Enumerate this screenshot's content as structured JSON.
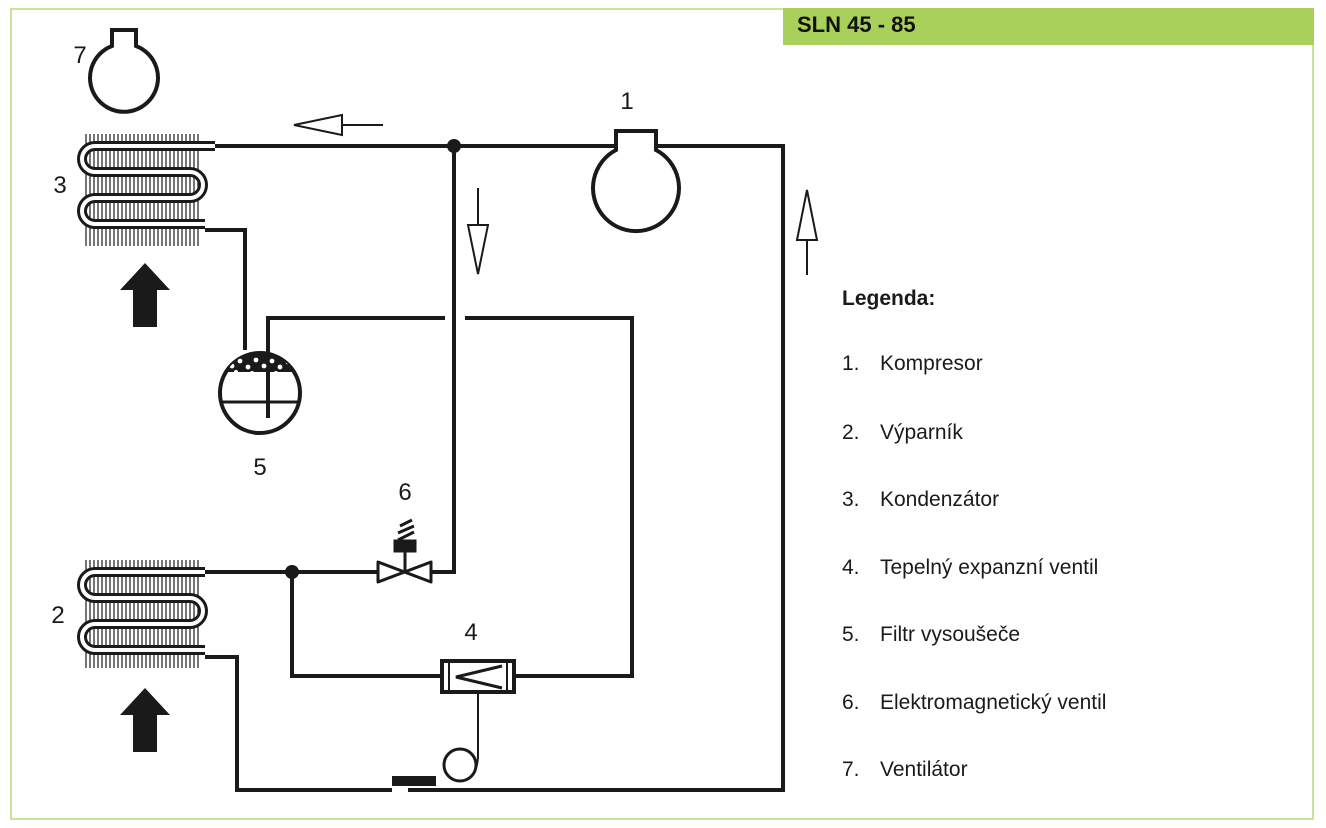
{
  "title": "SLN 45 - 85",
  "colors": {
    "accent": "#a9d05a",
    "border": "#c9e39b",
    "line": "#1a1a1a"
  },
  "components": [
    {
      "id": "1",
      "label": "1",
      "icon": "compressor-icon"
    },
    {
      "id": "2",
      "label": "2",
      "icon": "evaporator-coil-icon"
    },
    {
      "id": "3",
      "label": "3",
      "icon": "condenser-coil-icon"
    },
    {
      "id": "4",
      "label": "4",
      "icon": "expansion-valve-icon"
    },
    {
      "id": "5",
      "label": "5",
      "icon": "filter-dryer-icon"
    },
    {
      "id": "6",
      "label": "6",
      "icon": "solenoid-valve-icon"
    },
    {
      "id": "7",
      "label": "7",
      "icon": "fan-icon"
    }
  ],
  "legend": {
    "title": "Legenda:",
    "items": [
      {
        "num": "1.",
        "text": "Kompresor"
      },
      {
        "num": "2.",
        "text": "Výparník"
      },
      {
        "num": "3.",
        "text": "Kondenzátor"
      },
      {
        "num": "4.",
        "text": "Tepelný expanzní ventil"
      },
      {
        "num": "5.",
        "text": "Filtr vysoušeče"
      },
      {
        "num": "6.",
        "text": "Elektromagnetický ventil"
      },
      {
        "num": "7.",
        "text": "Ventilátor"
      }
    ]
  }
}
